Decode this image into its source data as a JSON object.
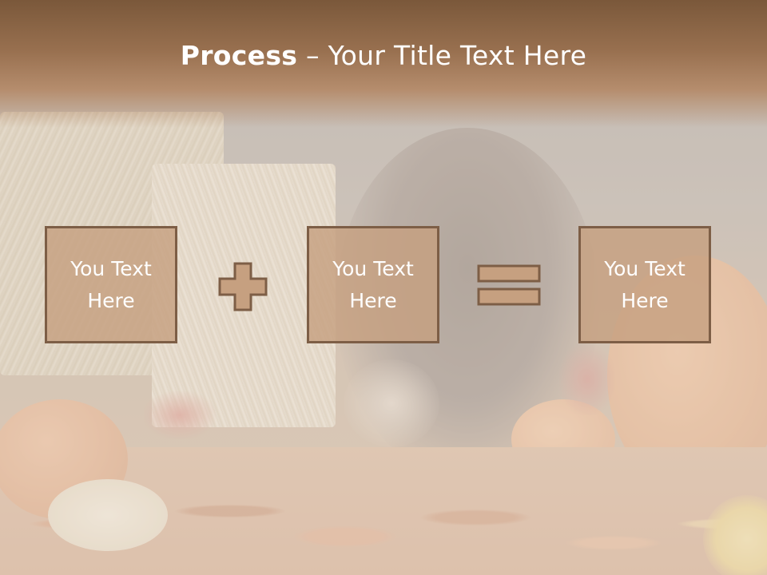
{
  "slide": {
    "title_bold": "Process",
    "title_rest": " – Your Title Text Here"
  },
  "process": {
    "boxes": [
      {
        "text": "You Text Here"
      },
      {
        "text": "You Text Here"
      },
      {
        "text": "You Text Here"
      }
    ],
    "operators": [
      "plus-icon",
      "equals-icon"
    ]
  },
  "colors": {
    "title_band": "#7b573a",
    "box_fill": "#c6a080",
    "box_border": "#7d5e46",
    "text": "#ffffff"
  }
}
